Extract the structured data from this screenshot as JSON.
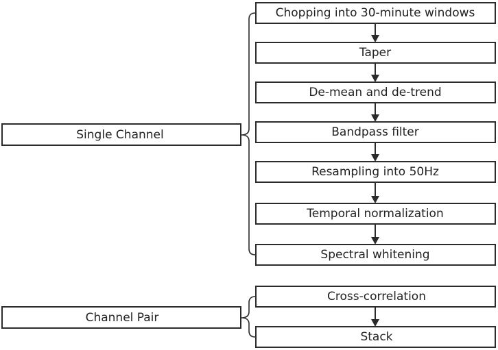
{
  "groups": [
    {
      "label": "Single Channel",
      "steps": [
        "Chopping into 30-minute windows",
        "Taper",
        "De-mean and de-trend",
        "Bandpass filter",
        "Resampling into 50Hz",
        "Temporal normalization",
        "Spectral whitening"
      ]
    },
    {
      "label": "Channel Pair",
      "steps": [
        "Cross-correlation",
        "Stack"
      ]
    }
  ]
}
